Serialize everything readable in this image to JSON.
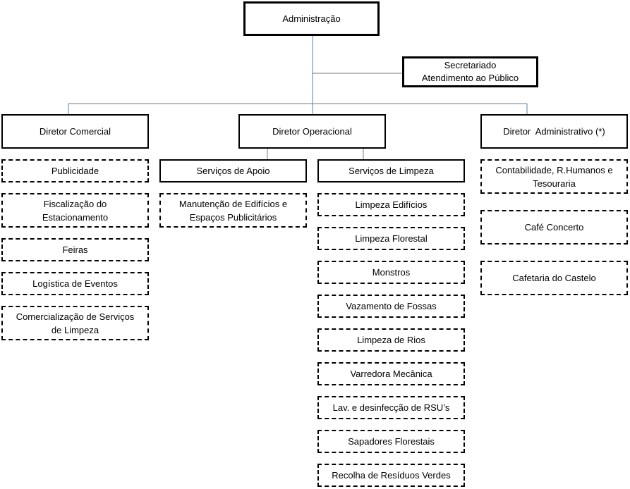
{
  "top": {
    "label": "Administração"
  },
  "secretariat": {
    "line1": "Secretariado",
    "line2": "Atendimento ao Público"
  },
  "directors": {
    "commercial": "Diretor Comercial",
    "operational": "Diretor Operacional",
    "administrative": "Diretor  Administrativo (*)"
  },
  "commercial_units": [
    {
      "line1": "Publicidade"
    },
    {
      "line1": "Fiscalização do",
      "line2": "Estacionamento"
    },
    {
      "line1": "Feiras"
    },
    {
      "line1": "Logística de Eventos"
    },
    {
      "line1": "Comercialização de Serviços",
      "line2": "de Limpeza"
    }
  ],
  "operational_services": {
    "support": "Serviços de Apoio",
    "cleaning": "Serviços de Limpeza"
  },
  "support_units": [
    {
      "line1": "Manutenção de Edifícios e",
      "line2": "Espaços Publicitários"
    }
  ],
  "cleaning_units": [
    "Limpeza Edifícios",
    "Limpeza Florestal",
    "Monstros",
    "Vazamento de Fossas",
    "Limpeza de Rios",
    "Varredora Mecânica",
    "Lav. e desinfecção de RSU’s",
    "Sapadores Florestais",
    "Recolha de Resíduos Verdes"
  ],
  "admin_units": [
    {
      "line1": "Contabilidade, R.Humanos e",
      "line2": "Tesouraria"
    },
    {
      "line1": "Café Concerto"
    },
    {
      "line1": "Cafetaria do Castelo"
    }
  ],
  "colors": {
    "connector": "#5b7fa6",
    "border": "#000000"
  }
}
